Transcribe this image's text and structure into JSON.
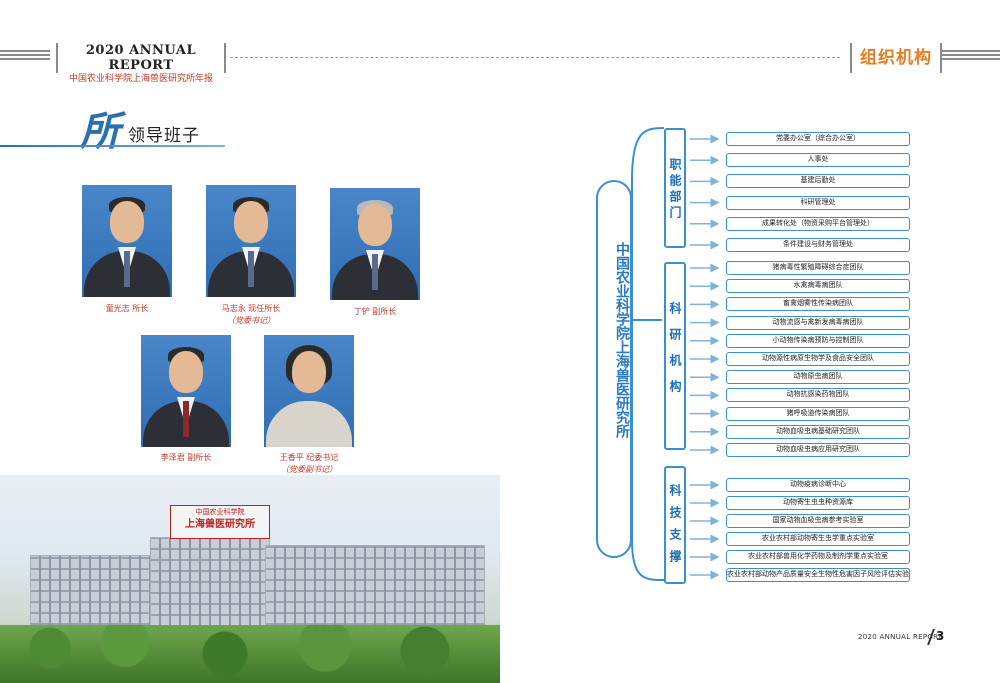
{
  "header": {
    "report": "2020 ANNUAL REPORT",
    "org": "中国农业科学院上海兽医研究所年报",
    "section": "组织机构"
  },
  "leadership": {
    "title_char": "所",
    "title": "领导班子",
    "people": [
      {
        "caption": "童光志  所长",
        "sub": ""
      },
      {
        "caption": "马志永  现任所长",
        "sub": "（党委书记）"
      },
      {
        "caption": "丁铲  副所长",
        "sub": ""
      },
      {
        "caption": "李泽君  副所长",
        "sub": ""
      },
      {
        "caption": "王香平  纪委书记",
        "sub": "（党委副书记）"
      }
    ]
  },
  "photo": {
    "sign_line1": "中国农业科学院",
    "sign_line2": "上海兽医研究所"
  },
  "org_chart": {
    "root": "中国农业科学院上海兽医研究所",
    "categories": [
      {
        "name": "职能部门",
        "units": [
          "党委办公室（综合办公室）",
          "人事处",
          "基建后勤处",
          "科研管理处",
          "成果转化处（物资采购平台管理处）",
          "条件建设与财务管理处"
        ]
      },
      {
        "name": "科研机构",
        "units": [
          "猪病毒性繁殖障碍综合症团队",
          "水禽病毒病团队",
          "畜禽烟雾性传染病团队",
          "动物流感与禽新发病毒病团队",
          "小动物传染病预防与控制团队",
          "动物源性病原生物学及食品安全团队",
          "动物原虫病团队",
          "动物抗感染药物团队",
          "猪呼吸道传染病团队",
          "动物血吸虫病基础研究团队",
          "动物血吸虫病应用研究团队"
        ]
      },
      {
        "name": "科技支撑",
        "units": [
          "动物疫病诊断中心",
          "动物寄生虫虫种资源库",
          "国家动物血吸虫病参考实验室",
          "农业农村部动物寄生虫学重点实验室",
          "农业农村部兽用化学药物及制剂学重点实验室",
          "农业农村部动物产品质量安全生物性危害因子风险评估实验室"
        ]
      }
    ]
  },
  "footer": {
    "report": "2020 ANNUAL REPORT",
    "page": "3"
  },
  "colors": {
    "accent_blue": "#3a8fd1",
    "section_orange": "#e67e22",
    "caption_red": "#c0392b"
  }
}
